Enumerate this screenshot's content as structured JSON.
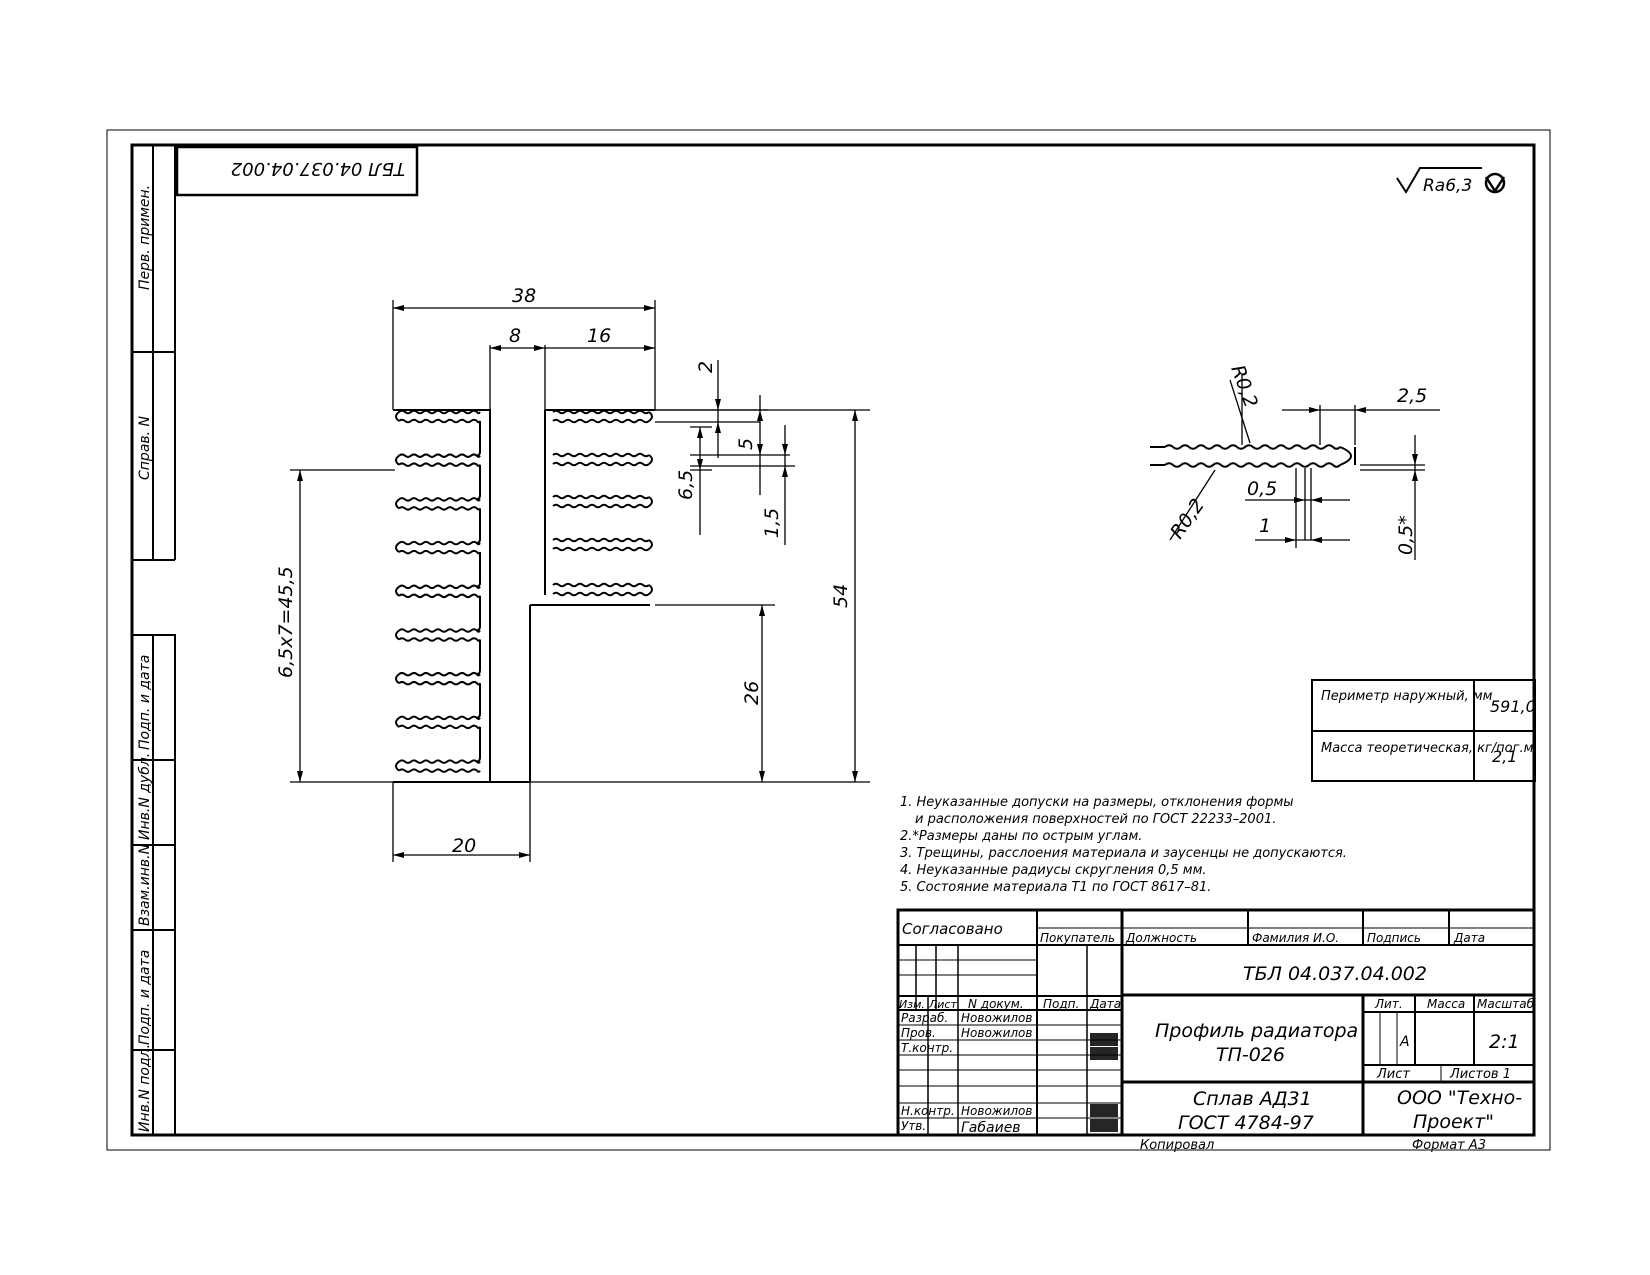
{
  "stamp_code": "ТБЛ 04.037.04.002",
  "rotated_code": "ТБЛ 04.037.04.002",
  "roughness": "Ra6,3",
  "side_labels": [
    "Перв. примен.",
    "Справ. N",
    "Подп. и дата",
    "Инв.N дубл.",
    "Взам.инв.N",
    "Подп. и дата",
    "Инв.N подл."
  ],
  "dims": {
    "d38": "38",
    "d8": "8",
    "d16": "16",
    "d2": "2",
    "d5": "5",
    "d6_5": "6,5",
    "d1_5": "1,5",
    "d54": "54",
    "d26": "26",
    "d20": "20",
    "pitch": "6,5x7=45,5",
    "r02a": "R0,2",
    "r02b": "R0,2",
    "d2_5": "2,5",
    "d0_5": "0,5",
    "d1": "1",
    "d0_5s": "0,5*"
  },
  "props": [
    {
      "label": "Периметр наружный, мм",
      "value": "591,0"
    },
    {
      "label": "Масса теоретическая, кг/пог.м.",
      "value": "2,1"
    }
  ],
  "notes": [
    "1. Неуказанные допуски на размеры, отклонения формы",
    "и расположения поверхностей по ГОСТ 22233–2001.",
    "2.*Размеры даны по острым углам.",
    "3. Трещины, расслоения материала и заусенцы не допускаются.",
    "4. Неуказанные радиусы скругления 0,5 мм.",
    "5. Состояние материала Т1 по ГОСТ 8617–81."
  ],
  "title_block": {
    "agreed": "Согласовано",
    "headers": [
      "Покупатель",
      "Должность",
      "Фамилия И.О.",
      "Подпись",
      "Дата"
    ],
    "code": "ТБЛ 04.037.04.002",
    "part_name_1": "Профиль радиатора",
    "part_name_2": "ТП-026",
    "material_1": "Сплав АД31",
    "material_2": "ГОСТ 4784-97",
    "col_headers": [
      "Изм.",
      "Лист",
      "N докум.",
      "Подп.",
      "Дата"
    ],
    "roles": [
      "Разраб.",
      "Пров.",
      "Т.контр.",
      "",
      "Н.контр.",
      "Утв."
    ],
    "names": [
      "Новожилов",
      "Новожилов",
      "",
      "",
      "Новожилов",
      "Габаиев"
    ],
    "lit": "Лит.",
    "mass": "Масса",
    "scale": "Масштаб",
    "lit_value": "А",
    "scale_value": "2:1",
    "sheet": "Лист",
    "sheets": "Листов 1",
    "company_1": "ООО \"Техно-",
    "company_2": "Проект\"",
    "copied": "Копировал",
    "format": "Формат А3"
  }
}
